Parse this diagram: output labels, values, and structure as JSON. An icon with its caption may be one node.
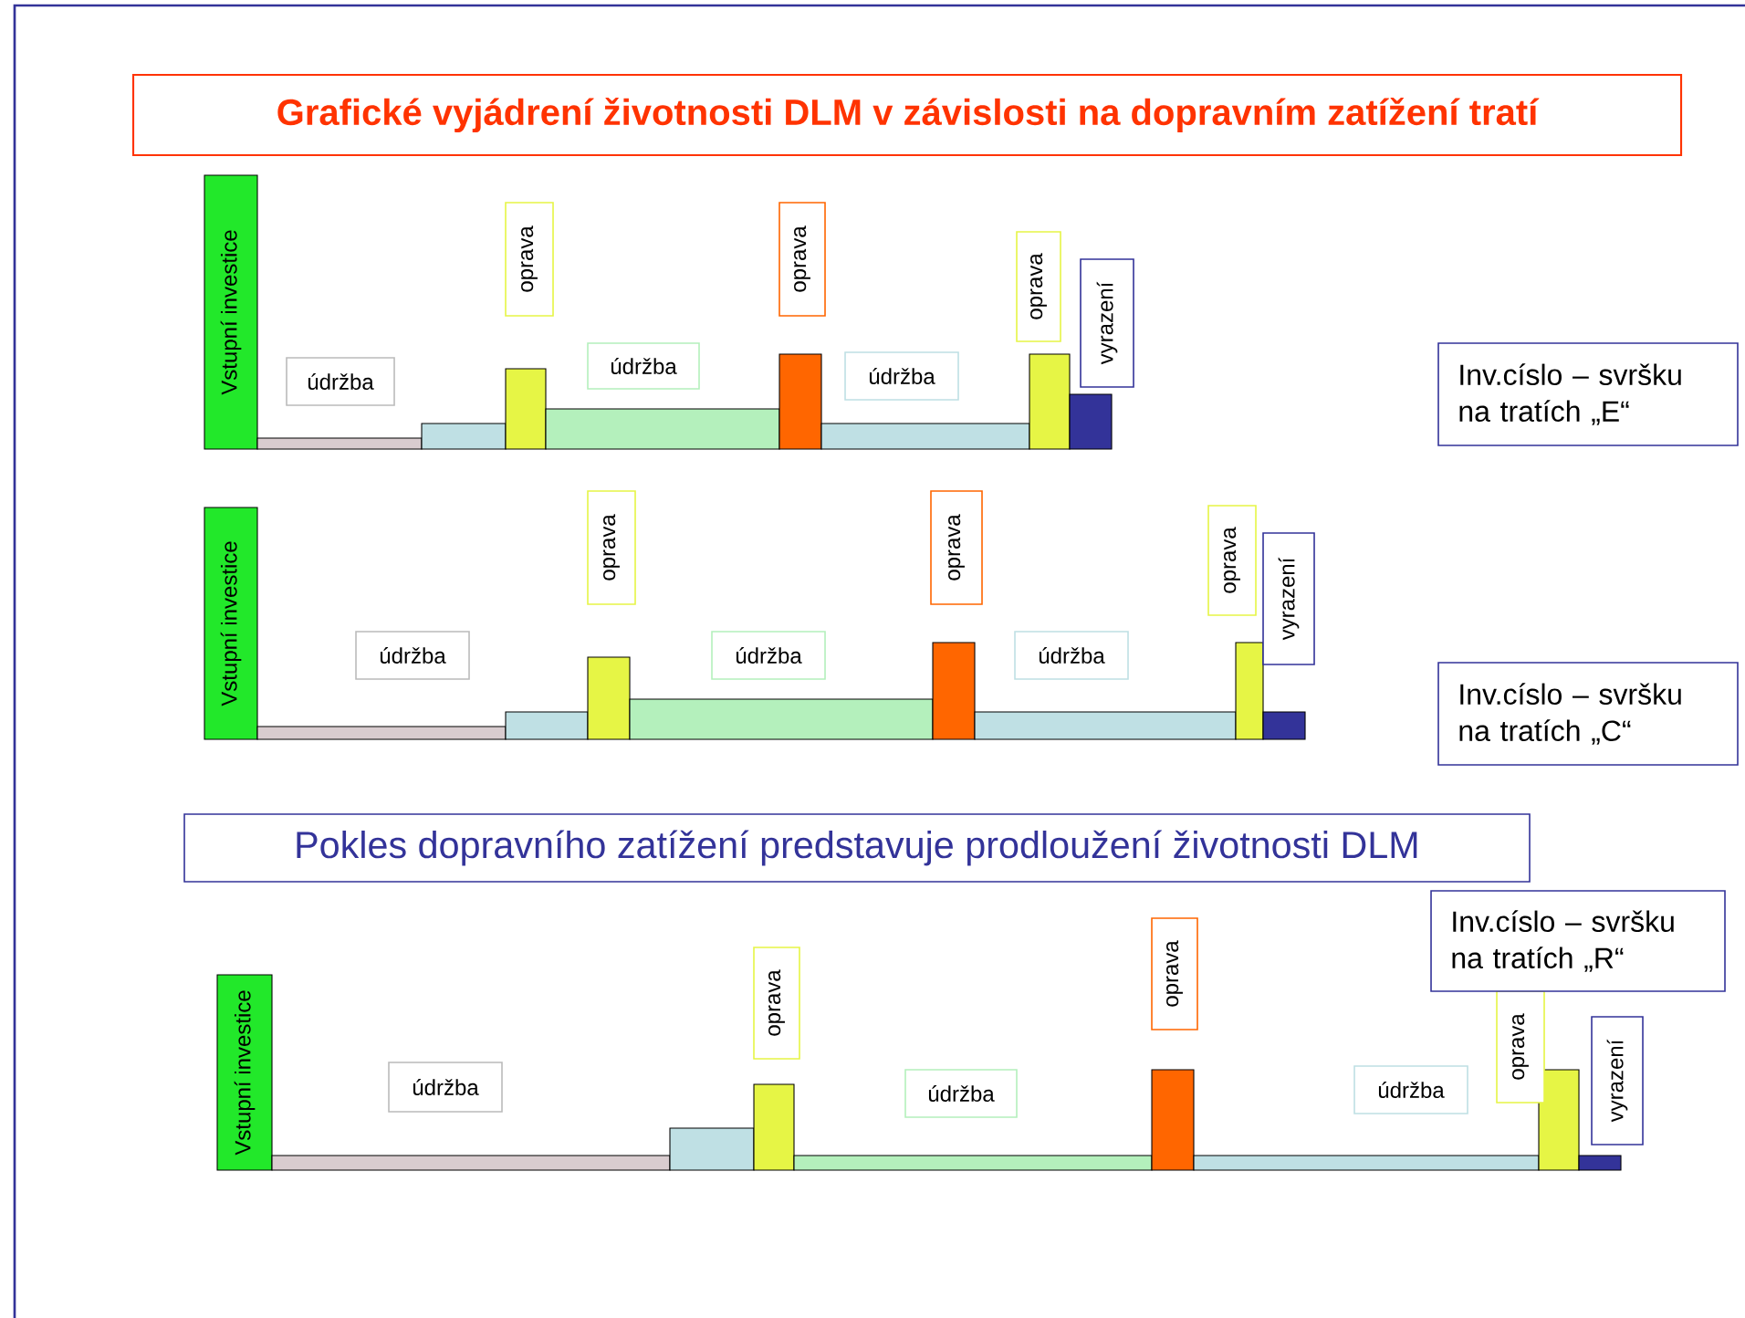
{
  "diagram": {
    "title": "Grafické vyjádrení životnosti DLM v závislosti na dopravním zatížení tratí",
    "nodes": [
      {
        "text": [
          "Vstupní investice"
        ]
      },
      {
        "text": [],
        "shape": "bar"
      },
      {
        "text": [],
        "shape": "bar"
      },
      {
        "text": [],
        "shape": "bar"
      },
      {
        "text": [],
        "shape": "bar"
      },
      {
        "text": [],
        "shape": "bar"
      },
      {
        "text": [],
        "shape": "bar"
      },
      {
        "text": [],
        "shape": "bar"
      },
      {
        "text": [],
        "shape": "bar"
      },
      {
        "text": [
          "údržba"
        ]
      },
      {
        "text": [
          "oprava"
        ]
      },
      {
        "text": [
          "údržba"
        ]
      },
      {
        "text": [
          "oprava"
        ]
      },
      {
        "text": [
          "údržba"
        ]
      },
      {
        "text": [
          "oprava"
        ]
      },
      {
        "text": [
          "vyrazení"
        ]
      },
      {
        "text": [
          "Inv.císlo – svršku na tratích „E“"
        ]
      },
      {
        "text": [
          "Vstupní investice"
        ]
      },
      {
        "text": [],
        "shape": "bar"
      },
      {
        "text": [],
        "shape": "bar"
      },
      {
        "text": [],
        "shape": "bar"
      },
      {
        "text": [],
        "shape": "bar"
      },
      {
        "text": [],
        "shape": "bar"
      },
      {
        "text": [],
        "shape": "bar"
      },
      {
        "text": [],
        "shape": "bar"
      },
      {
        "text": [],
        "shape": "bar"
      },
      {
        "text": [
          "údržba"
        ]
      },
      {
        "text": [
          "oprava"
        ]
      },
      {
        "text": [
          "údržba"
        ]
      },
      {
        "text": [
          "oprava"
        ]
      },
      {
        "text": [
          "údržba"
        ]
      },
      {
        "text": [
          "oprava"
        ]
      },
      {
        "text": [
          "vyrazení"
        ]
      },
      {
        "text": [
          "Inv.císlo – svršku na tratích „C“"
        ]
      },
      {
        "text": [
          "Pokles dopravního zatížení predstavuje prodloužení životnosti DLM"
        ]
      },
      {
        "text": [
          "Vstupní investice"
        ]
      },
      {
        "text": [],
        "shape": "bar"
      },
      {
        "text": [],
        "shape": "bar"
      },
      {
        "text": [],
        "shape": "bar"
      },
      {
        "text": [],
        "shape": "bar"
      },
      {
        "text": [],
        "shape": "bar"
      },
      {
        "text": [],
        "shape": "bar"
      },
      {
        "text": [],
        "shape": "bar"
      },
      {
        "text": [],
        "shape": "bar"
      },
      {
        "text": [
          "údržba"
        ]
      },
      {
        "text": [
          "oprava"
        ]
      },
      {
        "text": [
          "údržba"
        ]
      },
      {
        "text": [
          "oprava"
        ]
      },
      {
        "text": [
          "údržba"
        ]
      },
      {
        "text": [
          "oprava"
        ]
      },
      {
        "text": [
          "vyrazení"
        ]
      },
      {
        "text": [
          "Inv.císlo – svršku na tratích „R“"
        ]
      }
    ]
  }
}
